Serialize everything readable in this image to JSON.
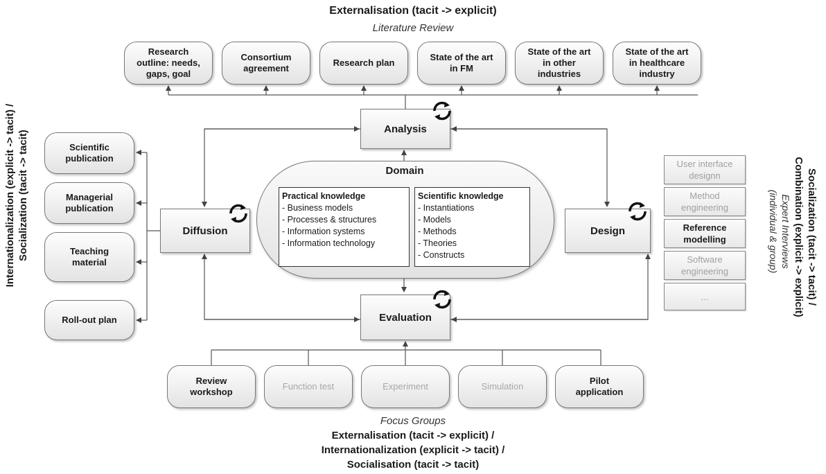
{
  "top": {
    "heading": "Externalisation (tacit -> explicit)",
    "subheading": "Literature Review",
    "boxes": [
      {
        "label": "Research\noutline: needs,\ngaps, goal"
      },
      {
        "label": "Consortium\nagreement"
      },
      {
        "label": "Research plan"
      },
      {
        "label": "State of the art\nin FM"
      },
      {
        "label": "State of the art\nin other\nindustries"
      },
      {
        "label": "State of the art\nin healthcare\nindustry"
      }
    ]
  },
  "left": {
    "heading_line1": "Internationalization (explicit -> tacit) /",
    "heading_line2": "Socialization (tacit -> tacit)",
    "boxes": [
      {
        "label": "Scientific\npublication"
      },
      {
        "label": "Managerial\npublication"
      },
      {
        "label": "Teaching\nmaterial"
      },
      {
        "label": "Roll-out plan"
      }
    ]
  },
  "right": {
    "heading_line1": "Socialization (tacit -> tacit) /",
    "heading_line2": "Combination (explicit -> explicit)",
    "subheading_line1": "Expert Interviews",
    "subheading_line2": "(individual & group)",
    "boxes": [
      {
        "label": "User interface\ndesignn",
        "active": false
      },
      {
        "label": "Method\nengineering",
        "active": false
      },
      {
        "label": "Reference\nmodelling",
        "active": true
      },
      {
        "label": "Software\nengineering",
        "active": false
      },
      {
        "label": "...",
        "active": false
      }
    ]
  },
  "bottom": {
    "subheading": "Focus Groups",
    "heading_line1": "Externalisation (tacit -> explicit) /",
    "heading_line2": "Internationalization (explicit -> tacit) /",
    "heading_line3": "Socialisation (tacit -> tacit)",
    "boxes": [
      {
        "label": "Review\nworkshop",
        "active": true
      },
      {
        "label": "Function test",
        "active": false
      },
      {
        "label": "Experiment",
        "active": false
      },
      {
        "label": "Simulation",
        "active": false
      },
      {
        "label": "Pilot\napplication",
        "active": true
      }
    ]
  },
  "phases": {
    "analysis": "Analysis",
    "diffusion": "Diffusion",
    "design": "Design",
    "evaluation": "Evaluation"
  },
  "domain": {
    "title": "Domain",
    "practical": {
      "title": "Practical knowledge",
      "items": [
        "- Business models",
        "- Processes & structures",
        "- Information systems",
        "- Information technology"
      ]
    },
    "scientific": {
      "title": "Scientific knowledge",
      "items": [
        "- Instantiations",
        "- Models",
        "- Methods",
        "- Theories",
        "- Constructs"
      ]
    }
  },
  "icons": {
    "cycle": "cycle-arrows-icon"
  }
}
